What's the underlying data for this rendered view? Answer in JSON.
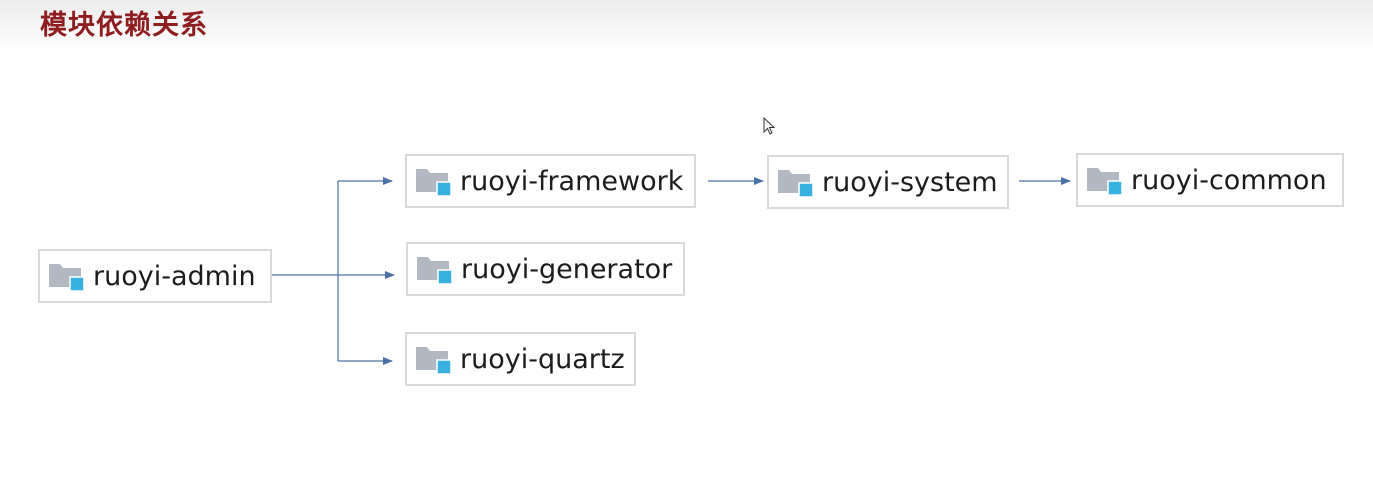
{
  "page": {
    "title": "模块依赖关系"
  },
  "modules": {
    "admin": {
      "label": "ruoyi-admin",
      "icon": "module-folder-icon"
    },
    "framework": {
      "label": "ruoyi-framework",
      "icon": "module-folder-icon"
    },
    "generator": {
      "label": "ruoyi-generator",
      "icon": "module-folder-icon"
    },
    "quartz": {
      "label": "ruoyi-quartz",
      "icon": "module-folder-icon"
    },
    "system": {
      "label": "ruoyi-system",
      "icon": "module-folder-icon"
    },
    "common": {
      "label": "ruoyi-common",
      "icon": "module-folder-icon"
    }
  },
  "dependencies": [
    {
      "from": "ruoyi-admin",
      "to": "ruoyi-framework"
    },
    {
      "from": "ruoyi-admin",
      "to": "ruoyi-generator"
    },
    {
      "from": "ruoyi-admin",
      "to": "ruoyi-quartz"
    },
    {
      "from": "ruoyi-framework",
      "to": "ruoyi-system"
    },
    {
      "from": "ruoyi-system",
      "to": "ruoyi-common"
    }
  ],
  "colors": {
    "title": "#8f1c1f",
    "connector": "#4a70a8",
    "folder": "#b1b8c1",
    "module_badge": "#37b2e0",
    "box_border": "#d9d9d9"
  }
}
